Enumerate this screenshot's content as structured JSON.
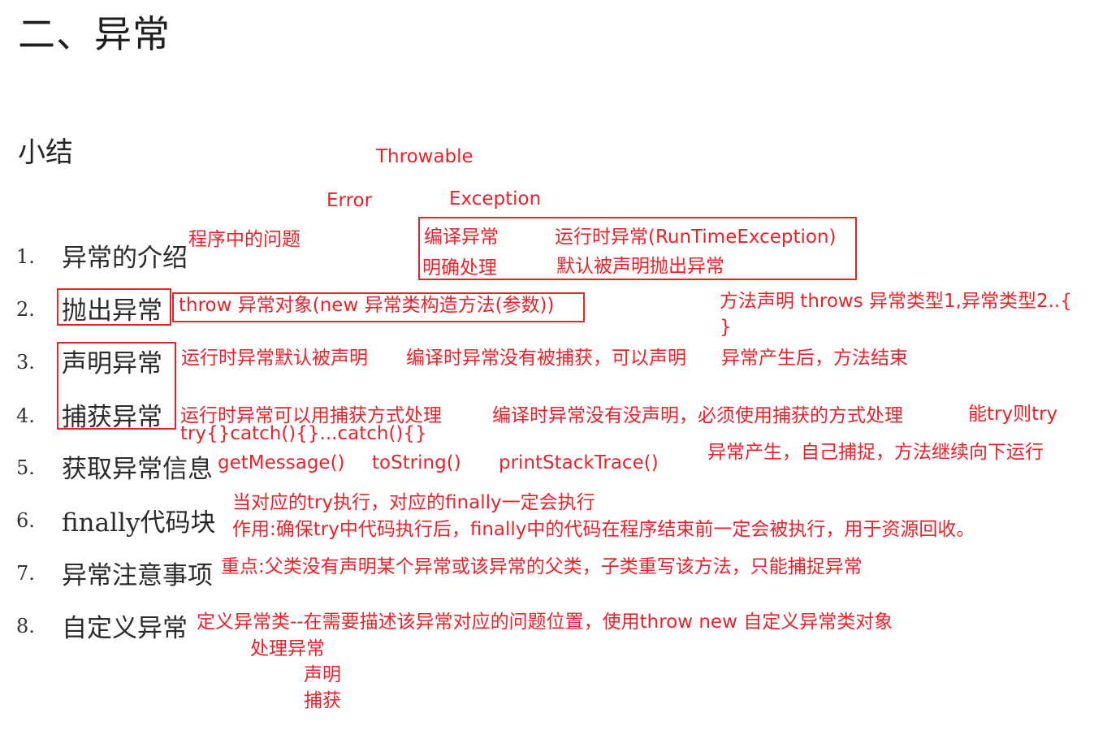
{
  "heading": {
    "title": "二、异常",
    "subtitle": "小结"
  },
  "hierarchy": {
    "root": "Throwable",
    "error": "Error",
    "exception": "Exception",
    "compile_ex": "编译异常",
    "compile_ex_note": "明确处理",
    "runtime_ex": "运行时异常(RunTimeException)",
    "runtime_ex_note": "默认被声明抛出异常"
  },
  "items": [
    {
      "num": "1.",
      "label": "异常的介绍"
    },
    {
      "num": "2.",
      "label": "抛出异常"
    },
    {
      "num": "3.",
      "label": "声明异常"
    },
    {
      "num": "4.",
      "label": "捕获异常"
    },
    {
      "num": "5.",
      "label": "获取异常信息"
    },
    {
      "num": "6.",
      "label": "finally代码块"
    },
    {
      "num": "7.",
      "label": "异常注意事项"
    },
    {
      "num": "8.",
      "label": "自定义异常"
    }
  ],
  "notes": {
    "intro": "程序中的问题",
    "throw_syntax": "throw 异常对象(new 异常类构造方法(参数))",
    "method_decl": "方法声明  throws 异常类型1,异常类型2..{",
    "method_decl_close": "}",
    "declare_runtime": "运行时异常默认被声明",
    "declare_compile": "编译时异常没有被捕获，可以声明",
    "declare_result": "异常产生后，方法结束",
    "catch_runtime": "运行时异常可以用捕获方式处理",
    "catch_compile": "编译时异常没有没声明，必须使用捕获的方式处理",
    "catch_tip": "能try则try",
    "catch_syntax": "try{}catch(){}...catch(){}",
    "catch_result": "异常产生，自己捕捉，方法继续向下运行",
    "get_message": "getMessage()",
    "to_string": "toString()",
    "print_stack": "printStackTrace()",
    "finally_1": "当对应的try执行，对应的finally一定会执行",
    "finally_2": "作用:确保try中代码执行后，finally中的代码在程序结束前一定会被执行，用于资源回收。",
    "caution": "重点:父类没有声明某个异常或该异常的父类，子类重写该方法，只能捕捉异常",
    "custom": "定义异常类--在需要描述该异常对应的问题位置，使用throw new 自定义异常类对象",
    "handle": "处理异常",
    "handle_declare": "声明",
    "handle_catch": "捕获"
  },
  "colors": {
    "annotation": "#e8222a",
    "text": "#222222"
  }
}
